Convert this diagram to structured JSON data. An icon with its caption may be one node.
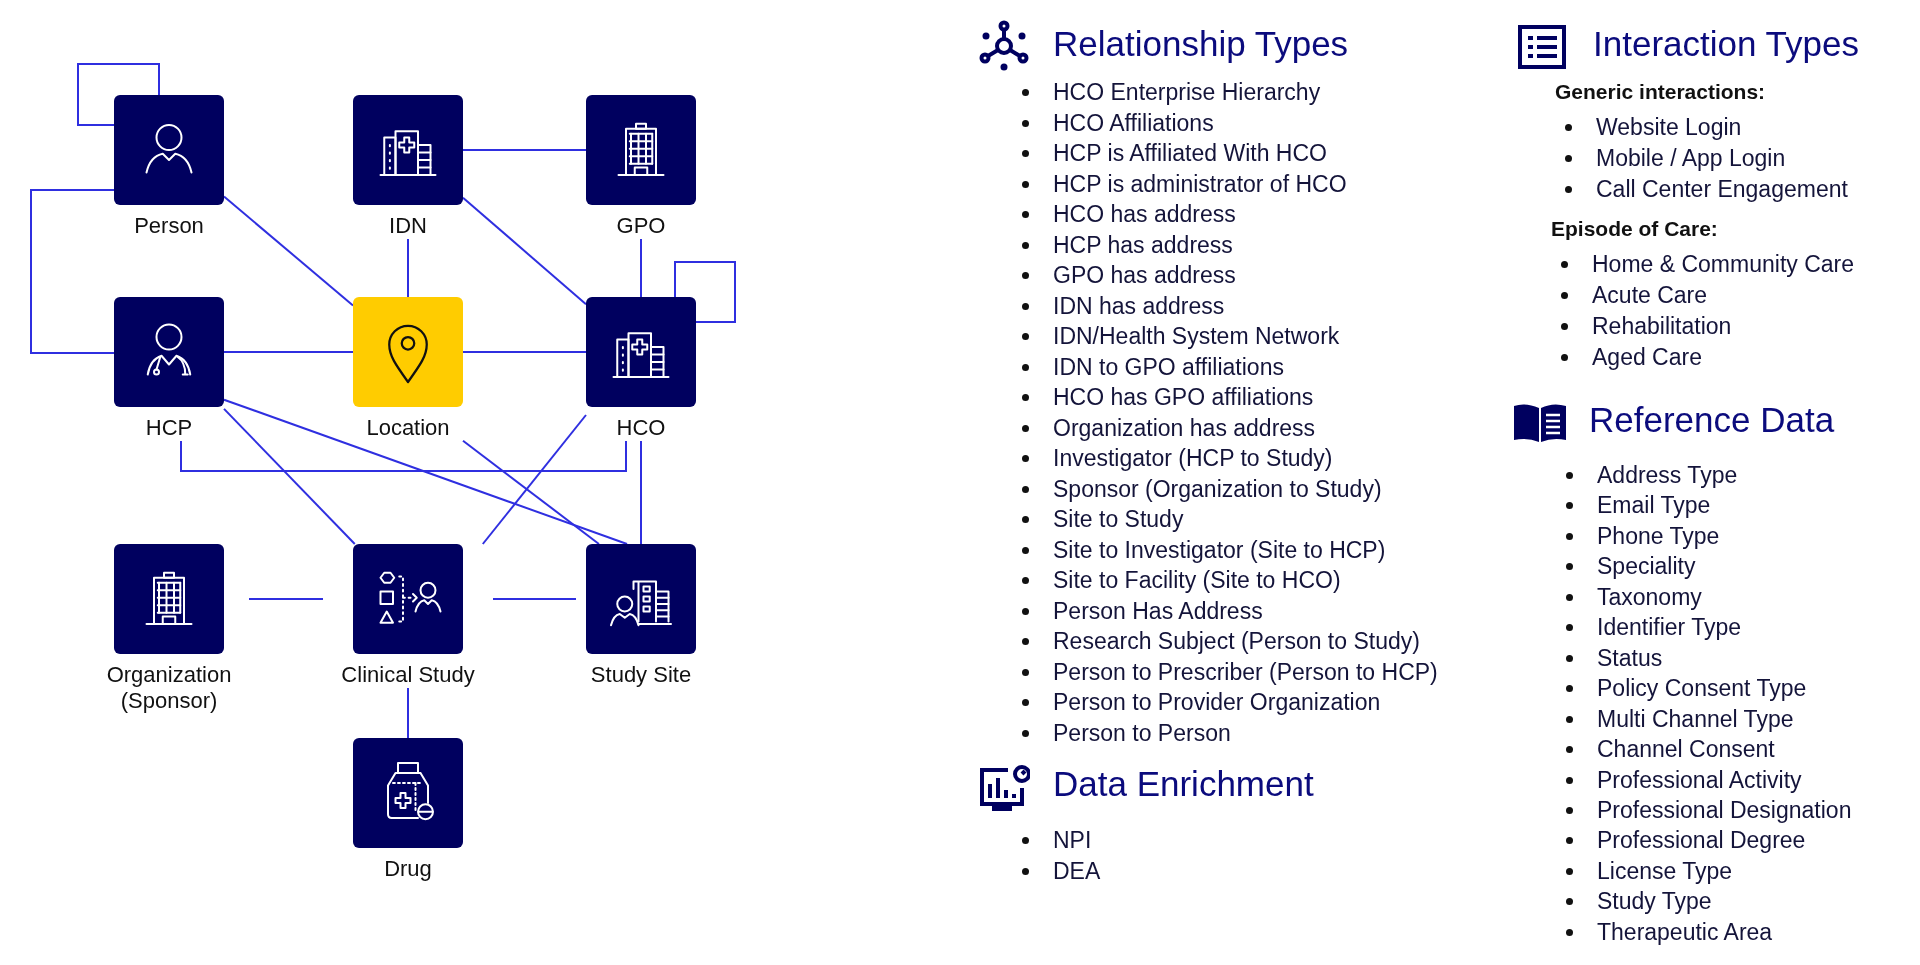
{
  "diagram": {
    "nodes": [
      {
        "text": [
          "Person"
        ]
      },
      {
        "text": [
          "IDN"
        ]
      },
      {
        "text": [
          "GPO"
        ]
      },
      {
        "text": [
          "HCP"
        ]
      },
      {
        "text": [
          "Location"
        ]
      },
      {
        "text": [
          "HCO"
        ]
      },
      {
        "text": [
          "Organization (Sponsor)"
        ]
      },
      {
        "text": [
          "Clinical Study"
        ]
      },
      {
        "text": [
          "Study Site"
        ]
      },
      {
        "text": [
          "Drug"
        ]
      }
    ],
    "edges": [
      {
        "from": 0,
        "to": 0,
        "arrow": "none"
      },
      {
        "from": 0,
        "to": 3,
        "arrow": "none"
      },
      {
        "from": 0,
        "to": 4,
        "arrow": "none"
      },
      {
        "from": 1,
        "to": 2,
        "arrow": "none"
      },
      {
        "from": 1,
        "to": 4,
        "arrow": "none"
      },
      {
        "from": 1,
        "to": 5,
        "arrow": "none"
      },
      {
        "from": 2,
        "to": 5,
        "arrow": "none"
      },
      {
        "from": 5,
        "to": 5,
        "arrow": "none"
      },
      {
        "from": 3,
        "to": 4,
        "arrow": "none"
      },
      {
        "from": 4,
        "to": 5,
        "arrow": "none"
      },
      {
        "from": 3,
        "to": 5,
        "arrow": "none"
      },
      {
        "from": 3,
        "to": 7,
        "arrow": "none"
      },
      {
        "from": 3,
        "to": 8,
        "arrow": "none"
      },
      {
        "from": 4,
        "to": 8,
        "arrow": "none"
      },
      {
        "from": 5,
        "to": 7,
        "arrow": "none"
      },
      {
        "from": 5,
        "to": 8,
        "arrow": "none"
      },
      {
        "from": 6,
        "to": 7,
        "arrow": "none"
      },
      {
        "from": 7,
        "to": 8,
        "arrow": "none"
      },
      {
        "from": 7,
        "to": 9,
        "arrow": "none"
      }
    ],
    "labels": [
      "Relationship Types",
      "HCO Enterprise Hierarchy",
      "HCO Affiliations",
      "HCP is Affiliated With HCO",
      "HCP is administrator of HCO",
      "HCO has address",
      "HCP has address",
      "GPO has address",
      "IDN has address",
      "IDN/Health System Network",
      "IDN to GPO affiliations",
      "HCO has GPO affiliations",
      "Organization has address",
      "Investigator (HCP to Study)",
      "Sponsor (Organization to Study)",
      "Site to Study",
      "Site to Investigator (Site to HCP)",
      "Site to Facility (Site to HCO)",
      "Person Has Address",
      "Research Subject (Person to Study)",
      "Person to Prescriber (Person to HCP)",
      "Person to Provider Organization",
      "Person to Person",
      "Data Enrichment",
      "NPI",
      "DEA",
      "Interaction Types",
      "Generic interactions:",
      "Website Login",
      "Mobile / App Login",
      "Call Center Engagement",
      "Episode of Care:",
      "Home & Community Care",
      "Acute Care",
      "Rehabilitation",
      "Aged Care",
      "Reference Data",
      "Address Type",
      "Email Type",
      "Phone Type",
      "Speciality",
      "Taxonomy",
      "Identifier Type",
      "Status",
      "Policy Consent Type",
      "Multi Channel Type",
      "Channel Consent",
      "Professional Activity",
      "Professional Designation",
      "Professional Degree",
      "License Type",
      "Study Type",
      "Therapeutic Area"
    ]
  }
}
